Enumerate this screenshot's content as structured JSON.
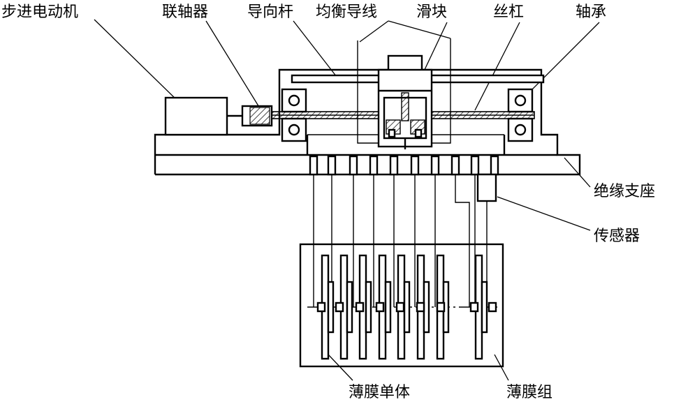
{
  "labels": {
    "stepper_motor": "步进电动机",
    "coupling": "联轴器",
    "guide_rod": "导向杆",
    "balance_wire": "均衡导线",
    "slider": "滑块",
    "lead_screw": "丝杠",
    "bearing": "轴承",
    "insulating_base": "绝缘支座",
    "sensor": "传感器",
    "film_unit": "薄膜单体",
    "film_group": "薄膜组"
  }
}
